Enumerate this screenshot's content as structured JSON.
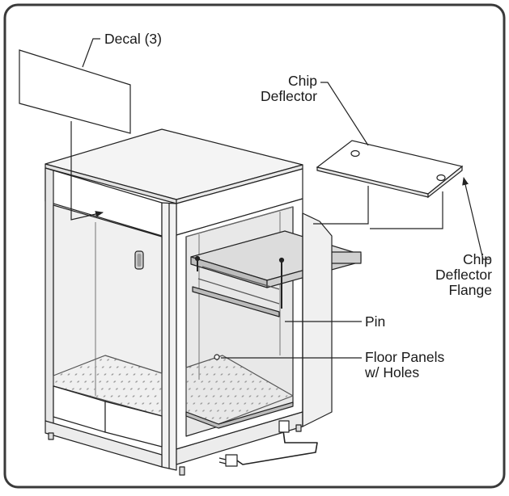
{
  "labels": {
    "decal": "Decal (3)",
    "chip_deflector": [
      "Chip",
      "Deflector"
    ],
    "chip_deflector_flange": [
      "Chip",
      "Deflector",
      "Flange"
    ],
    "pin": "Pin",
    "floor_panels": [
      "Floor Panels",
      "w/ Holes"
    ]
  },
  "colors": {
    "stroke": "#222222",
    "panel_fill": "#ffffff",
    "glass_fill": "#ececec",
    "shade_fill": "#d6d6d6",
    "border": "#3a3a3a"
  }
}
